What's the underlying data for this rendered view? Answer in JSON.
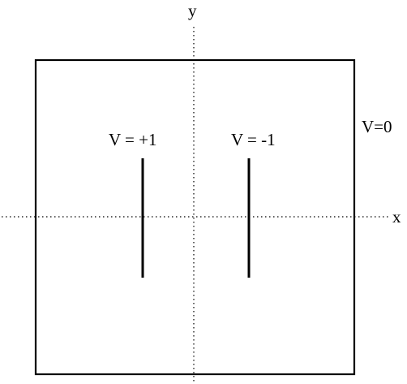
{
  "axes": {
    "x_label": "x",
    "y_label": "y"
  },
  "boundary": {
    "label": "V=0"
  },
  "plates": [
    {
      "label": "V = +1"
    },
    {
      "label": "V = -1"
    }
  ],
  "colors": {
    "ink": "#000000",
    "background": "#ffffff"
  }
}
